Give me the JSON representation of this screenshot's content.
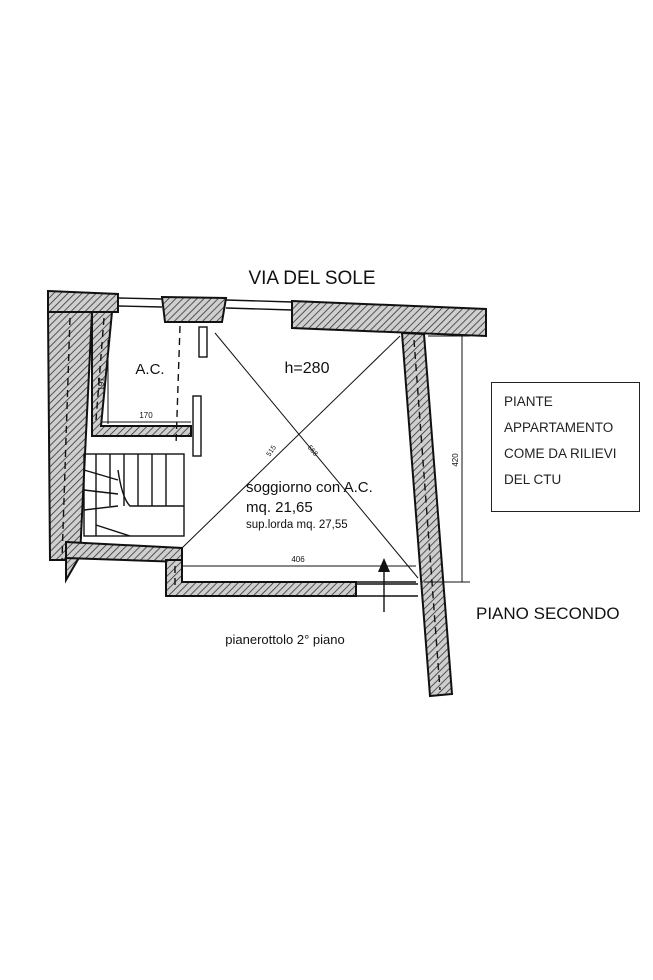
{
  "street": "VIA DEL SOLE",
  "rooms": {
    "ac_label": "A.C.",
    "height_label": "h=280",
    "living_label": "soggiorno con A.C.",
    "living_area": "mq. 21,65",
    "gross_area": "sup.lorda mq. 27,55",
    "landing_label": "pianerottolo 2° piano"
  },
  "dimensions": {
    "ac_width": "170",
    "ac_depth": "197",
    "diagonal_1": "515",
    "diagonal_2": "568",
    "room_width": "406",
    "room_depth": "420"
  },
  "legend": {
    "lines": [
      "PIANTE",
      "APPARTAMENTO",
      "COME DA RILIEVI",
      "DEL CTU"
    ]
  },
  "floor_label": "PIANO SECONDO"
}
